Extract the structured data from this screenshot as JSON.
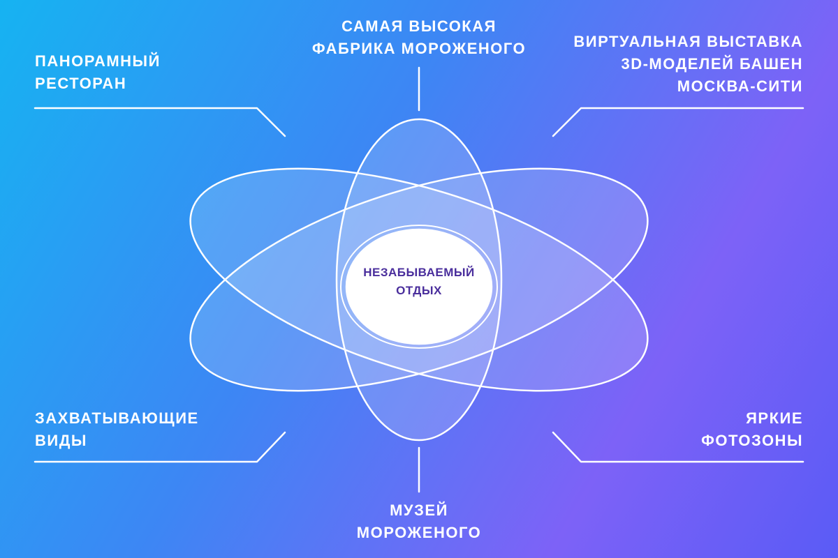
{
  "center": {
    "lines": [
      "НЕЗАБЫВАЕМЫЙ",
      "ОТДЫХ"
    ]
  },
  "labels": {
    "top": {
      "lines": [
        "САМАЯ ВЫСОКАЯ",
        "ФАБРИКА МОРОЖЕНОГО"
      ]
    },
    "top_left": {
      "lines": [
        "ПАНОРАМНЫЙ",
        "РЕСТОРАН"
      ]
    },
    "top_right": {
      "lines": [
        "ВИРТУАЛЬНАЯ ВЫСТАВКА",
        "3D-МОДЕЛЕЙ БАШЕН",
        "МОСКВА-СИТИ"
      ]
    },
    "bottom_left": {
      "lines": [
        "ЗАХВАТЫВАЮЩИЕ",
        "ВИДЫ"
      ]
    },
    "bottom_right": {
      "lines": [
        "ЯРКИЕ",
        "ФОТОЗОНЫ"
      ]
    },
    "bottom": {
      "lines": [
        "МУЗЕЙ",
        "МОРОЖЕНОГО"
      ]
    }
  },
  "colors": {
    "line": "#ffffff",
    "center_fill": "#ffffff",
    "center_text": "#4a2e9c"
  }
}
